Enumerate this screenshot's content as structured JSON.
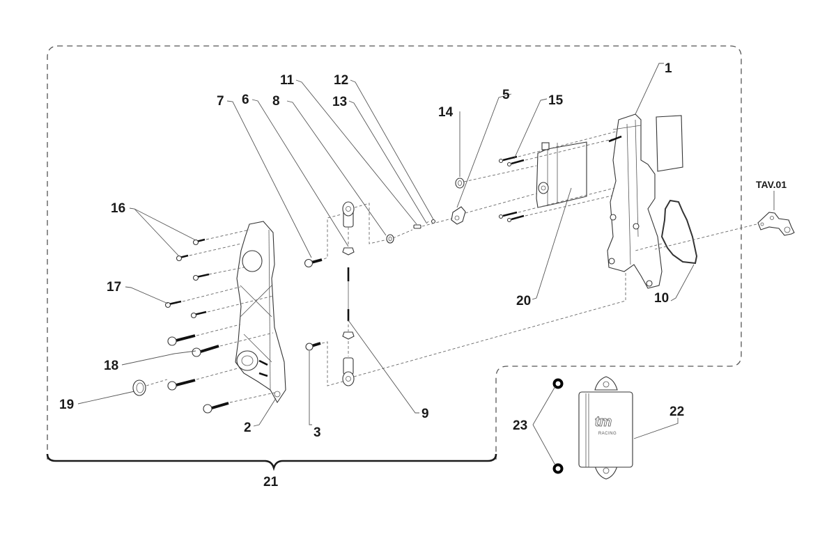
{
  "diagram": {
    "type": "exploded-parts-diagram",
    "callouts": {
      "p1": "1",
      "p2": "2",
      "p3": "3",
      "p5": "5",
      "p6": "6",
      "p7": "7",
      "p8": "8",
      "p9": "9",
      "p10": "10",
      "p11": "11",
      "p12": "12",
      "p13": "13",
      "p14": "14",
      "p15": "15",
      "p16": "16",
      "p17": "17",
      "p18": "18",
      "p19": "19",
      "p20": "20",
      "p21": "21",
      "p22": "22",
      "p23": "23",
      "tav": "TAV.01"
    },
    "logo": {
      "brand": "tm",
      "sub": "RACING"
    },
    "colors": {
      "line": "#333333",
      "background": "#ffffff"
    }
  }
}
